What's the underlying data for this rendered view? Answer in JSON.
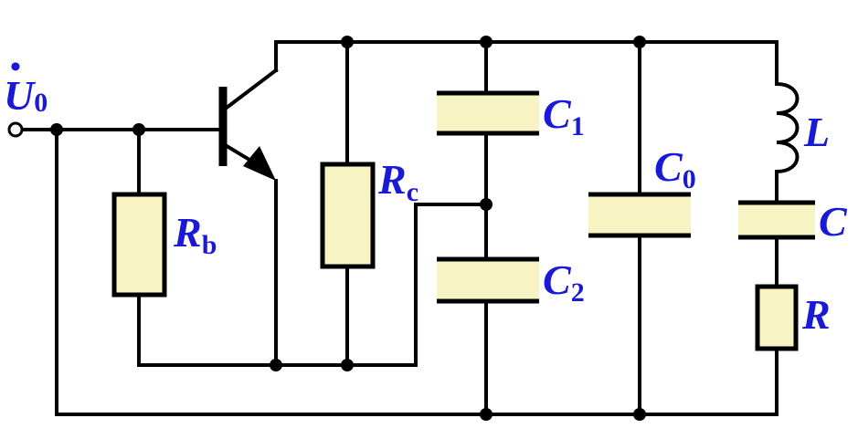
{
  "labels": {
    "output_voltage": {
      "symbol": "U",
      "dot": "•",
      "subscript": "0"
    },
    "rb": {
      "symbol": "R",
      "subscript": "b"
    },
    "rc": {
      "symbol": "R",
      "subscript": "c"
    },
    "c1": {
      "symbol": "C",
      "subscript": "1"
    },
    "c2": {
      "symbol": "C",
      "subscript": "2"
    },
    "c0": {
      "symbol": "C",
      "subscript": "0"
    },
    "inductor": {
      "symbol": "L"
    },
    "capacitor": {
      "symbol": "C"
    },
    "resistor": {
      "symbol": "R"
    }
  },
  "colors": {
    "wire": "#000000",
    "label": "#1a1ad6",
    "component_fill": "#f7f3c3",
    "background": "#ffffff"
  }
}
